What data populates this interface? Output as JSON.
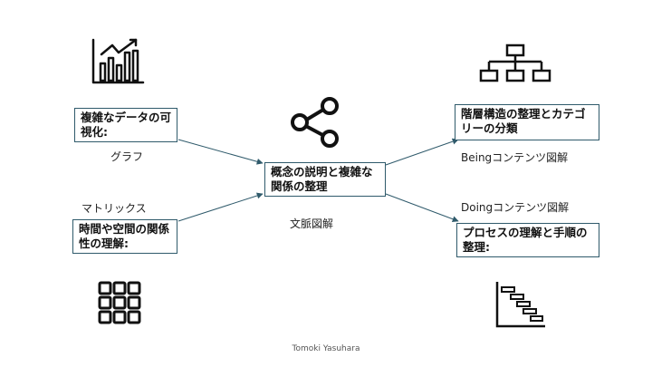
{
  "boxes": {
    "top_left": "複雑なデータの可視化:",
    "bottom_left": "時間や空間の関係性の理解:",
    "center": "概念の説明と複雑な関係の整理",
    "top_right": "階層構造の整理とカテゴリーの分類",
    "bottom_right": "プロセスの理解と手順の整理:"
  },
  "labels": {
    "graph": "グラフ",
    "matrix": "マトリックス",
    "context": "文脈図解",
    "being": "Beingコンテンツ図解",
    "doing": "Doingコンテンツ図解"
  },
  "credit": "Tomoki Yasuhara",
  "icons": [
    "bar-chart-icon",
    "share-network-icon",
    "hierarchy-icon",
    "grid-matrix-icon",
    "gantt-chart-icon"
  ],
  "colors": {
    "box_border": "#2f5a6b",
    "arrow": "#2f5a6b",
    "icon": "#111111"
  }
}
